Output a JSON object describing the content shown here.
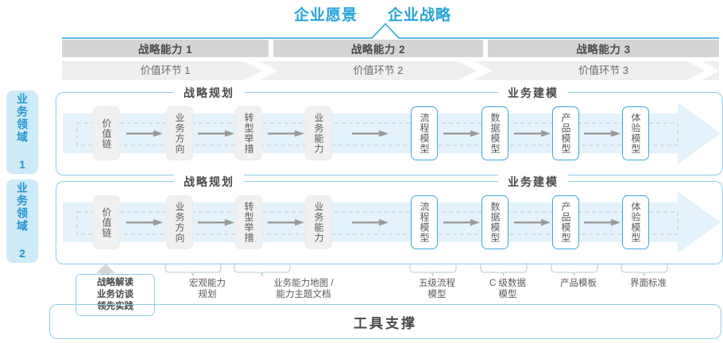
{
  "vision": {
    "enterprise_vision": "企业愿景",
    "enterprise_strategy": "企业战略",
    "accent_color": "#26a3dd"
  },
  "capabilities": [
    {
      "label": "战略能力 1"
    },
    {
      "label": "战略能力 2"
    },
    {
      "label": "战略能力 3"
    }
  ],
  "value_chain": [
    {
      "label": "价值环节 1"
    },
    {
      "label": "价值环节 2"
    },
    {
      "label": "价值环节 3"
    }
  ],
  "domains": [
    {
      "label": "业务领域 1"
    },
    {
      "label": "业务领域 2"
    }
  ],
  "sections": {
    "planning": "战略规划",
    "modeling": "业务建模"
  },
  "nodes": [
    {
      "label": "价值链",
      "style": "grey"
    },
    {
      "label": "业务方向",
      "style": "grey"
    },
    {
      "label": "转型举措",
      "style": "grey"
    },
    {
      "label": "业务能力",
      "style": "grey"
    },
    {
      "label": "流程模型",
      "style": "blue"
    },
    {
      "label": "数据模型",
      "style": "blue"
    },
    {
      "label": "产品模型",
      "style": "blue"
    },
    {
      "label": "体验模型",
      "style": "blue"
    }
  ],
  "bottom_labels": {
    "value_chain_box": "战略解读\n业务访谈\n领先实践",
    "value_chain_box_lines": [
      "战略解读",
      "业务访谈",
      "领先实践"
    ],
    "items": [
      {
        "lines": [
          "宏观能力",
          "规划"
        ]
      },
      {
        "lines": [
          "业务能力地图 /",
          "能力主题文档"
        ]
      },
      {
        "lines": [
          "五级流程",
          "模型"
        ]
      },
      {
        "lines": [
          "C 级数据",
          "模型"
        ]
      },
      {
        "lines": [
          "产品模板"
        ]
      },
      {
        "lines": [
          "界面标准"
        ]
      }
    ]
  },
  "tool_support": {
    "label": "工具支撑"
  },
  "colors": {
    "blue": "#3fa9e0",
    "blue_light": "#cfeaf8",
    "band": "#e8f4fb",
    "grey_bar": "#d4d4d4",
    "grey_bar_light": "#efefef"
  }
}
